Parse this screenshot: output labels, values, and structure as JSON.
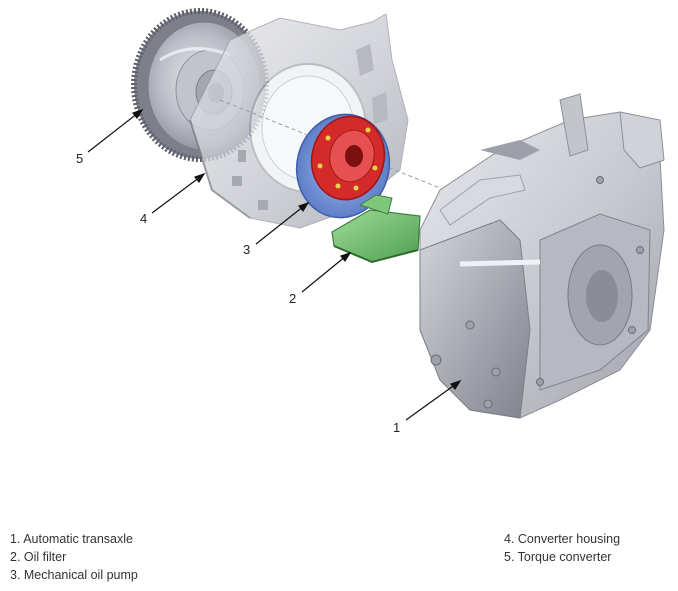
{
  "callouts": {
    "c1": "1",
    "c2": "2",
    "c3": "3",
    "c4": "4",
    "c5": "5"
  },
  "legend": {
    "left": [
      "1. Automatic transaxle",
      "2. Oil filter",
      "3. Mechanical oil pump"
    ],
    "right": [
      "4. Converter housing",
      "5. Torque converter"
    ]
  },
  "colors": {
    "part_gray": "#c9cbd2",
    "part_dark": "#8e919b",
    "pump_blue": "#6f8fd6",
    "pump_red": "#d52a2a",
    "filter_green": "#6fbe6e",
    "bolt_yellow": "#e2d54a"
  }
}
